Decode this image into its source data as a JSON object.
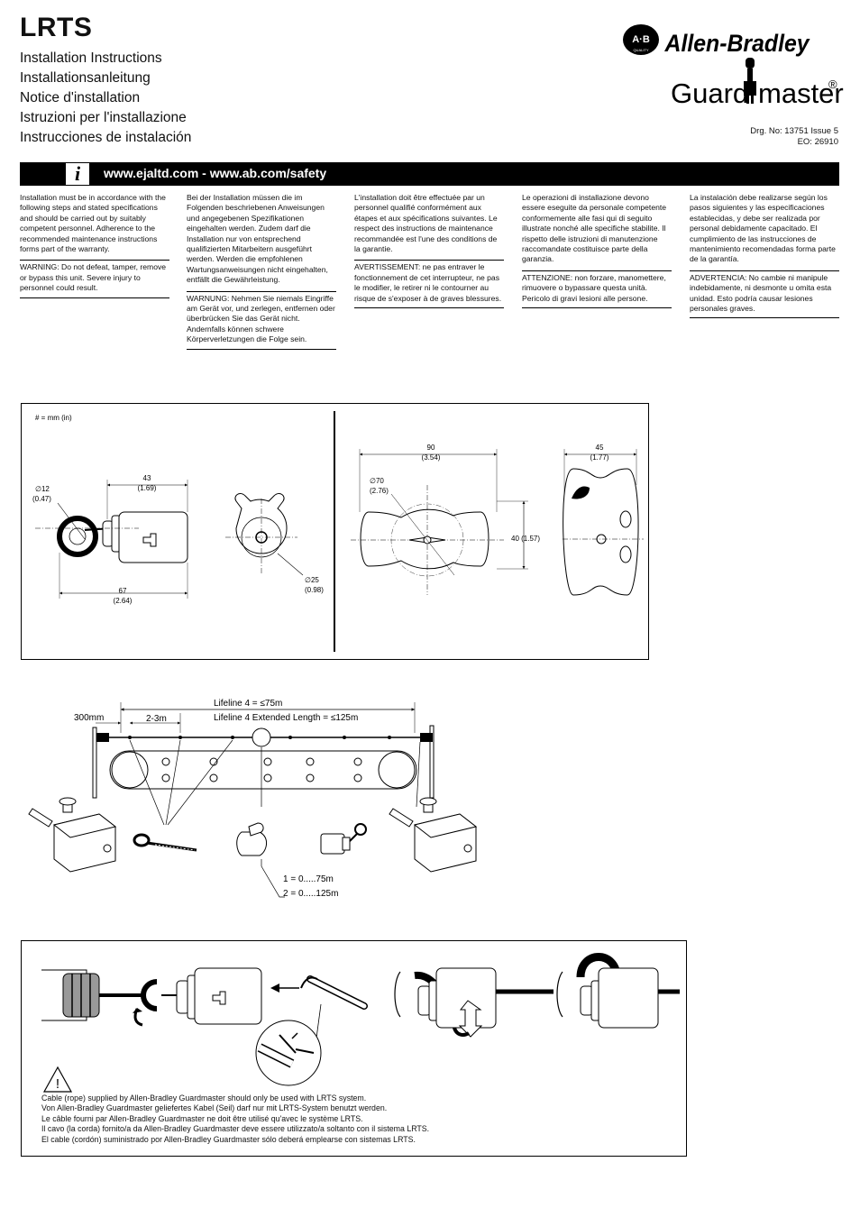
{
  "header": {
    "title": "LRTS",
    "subtitles": [
      "Installation Instructions",
      "Installationsanleitung",
      "Notice d'installation",
      "Istruzioni per l'installazione",
      "Instrucciones de instalación"
    ],
    "brand_ab": "A·B",
    "brand_quality": "QUALITY",
    "brand_name": "Allen-Bradley",
    "brand_guard": "Guard",
    "brand_master": "master",
    "brand_registered": "®",
    "drawing_no": "Drg. No: 13751  Issue 5",
    "eo": "EO: 26910"
  },
  "banner": {
    "info_icon": "i",
    "url": "www.ejaltd.com  -  www.ab.com/safety"
  },
  "columns": [
    {
      "body": "Installation must be in accordance with the following steps and stated specifications and should be carried out by suitably competent personnel. Adherence to the recommended maintenance instructions forms part of the warranty.",
      "warning": "WARNING: Do not defeat, tamper, remove or bypass this unit. Severe injury to personnel could result."
    },
    {
      "body": "Bei der Installation müssen die im Folgenden beschriebenen Anweisungen und angegebenen Spezifikationen eingehalten werden. Zudem darf die Installation nur von entsprechend qualifizierten Mitarbeitern ausgeführt werden. Werden die empfohlenen Wartungsanweisungen nicht eingehalten, entfällt die Gewährleistung.",
      "warning": "WARNUNG: Nehmen Sie niemals Eingriffe am Gerät vor, und zerlegen, entfernen oder überbrücken Sie das Gerät nicht. Andernfalls können schwere Körperverletzungen die Folge sein."
    },
    {
      "body": "L'installation doit être effectuée par un personnel qualifié conformément aux étapes et aux spécifications suivantes. Le respect des instructions de maintenance recommandée est l'une des conditions de la garantie.",
      "warning": "AVERTISSEMENT: ne pas entraver le fonctionnement de cet interrupteur, ne pas le modifier, le retirer ni le contourner au risque de s'exposer à de graves blessures."
    },
    {
      "body": "Le operazioni di installazione devono essere eseguite da personale competente conformemente alle fasi qui di seguito illustrate nonché alle specifiche stabilite. Il rispetto delle istruzioni di manutenzione raccomandate costituisce parte della garanzia.",
      "warning": "ATTENZIONE: non forzare, manomettere, rimuovere o bypassare questa unità. Pericolo di gravi lesioni alle persone."
    },
    {
      "body": "La instalación debe realizarse según los pasos siguientes y las especificaciones establecidas, y debe ser realizada por personal debidamente capacitado. El cumplimiento de las instrucciones de mantenimiento recomendadas forma parte de la garantía.",
      "warning": "ADVERTENCIA: No cambie ni manipule indebidamente, ni desmonte u omita esta unidad. Esto podría causar lesiones personales graves."
    }
  ],
  "dimensions": {
    "units_note": "# = mm (in)",
    "d12": "∅12",
    "d12_in": "(0.47)",
    "w43": "43",
    "w43_in": "(1.69)",
    "w67": "67",
    "w67_in": "(2.64)",
    "d25": "∅25",
    "d25_in": "(0.98)",
    "w90": "90",
    "w90_in": "(3.54)",
    "d70": "∅70",
    "d70_in": "(2.76)",
    "h40": "40 (1.57)",
    "w45": "45",
    "w45_in": "(1.77)"
  },
  "layout_diagram": {
    "lifeline": "Lifeline 4 = ≤75m",
    "lifeline_ext": "Lifeline 4 Extended Length = ≤125m",
    "d300": "300mm",
    "spacing": "2-3m",
    "range1": "1 = 0.....75m",
    "range2": "2 = 0.....125m"
  },
  "cable_notes": [
    "Cable (rope) supplied by Allen-Bradley Guardmaster should only be used with LRTS system.",
    "Von Allen-Bradley Guardmaster geliefertes Kabel (Seil) darf nur mit LRTS-System benutzt werden.",
    "Le câble fourni par Allen-Bradley Guardmaster ne doit être utilisé qu'avec le système LRTS.",
    "Il cavo (la corda) fornito/a da Allen-Bradley Guardmaster deve essere utilizzato/a soltanto con il sistema LRTS.",
    "El cable (cordón) suministrado por Allen-Bradley Guardmaster sólo deberá emplearse con sistemas LRTS."
  ],
  "warning_icon": "!"
}
